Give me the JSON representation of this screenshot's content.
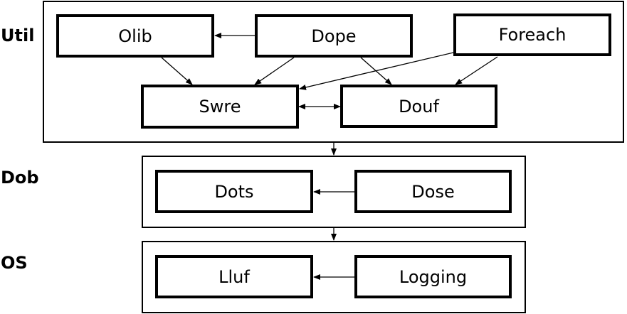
{
  "layers": [
    {
      "label": "Util"
    },
    {
      "label": "Dob"
    },
    {
      "label": "OS"
    }
  ],
  "nodes": {
    "olib": "Olib",
    "dope": "Dope",
    "foreach": "Foreach",
    "swre": "Swre",
    "douf": "Douf",
    "dots": "Dots",
    "dose": "Dose",
    "lluf": "Lluf",
    "logging": "Logging"
  },
  "edges": [
    {
      "from": "Dope",
      "to": "Olib"
    },
    {
      "from": "Olib",
      "to": "Swre"
    },
    {
      "from": "Dope",
      "to": "Swre"
    },
    {
      "from": "Dope",
      "to": "Douf"
    },
    {
      "from": "Foreach",
      "to": "Swre"
    },
    {
      "from": "Foreach",
      "to": "Douf"
    },
    {
      "from": "Swre",
      "to": "Douf",
      "bidirectional": true
    },
    {
      "from": "Util",
      "to": "Dob"
    },
    {
      "from": "Dose",
      "to": "Dots"
    },
    {
      "from": "Dob",
      "to": "OS"
    },
    {
      "from": "Logging",
      "to": "Lluf"
    }
  ],
  "colors": {
    "stroke": "#000000",
    "background": "#ffffff"
  }
}
